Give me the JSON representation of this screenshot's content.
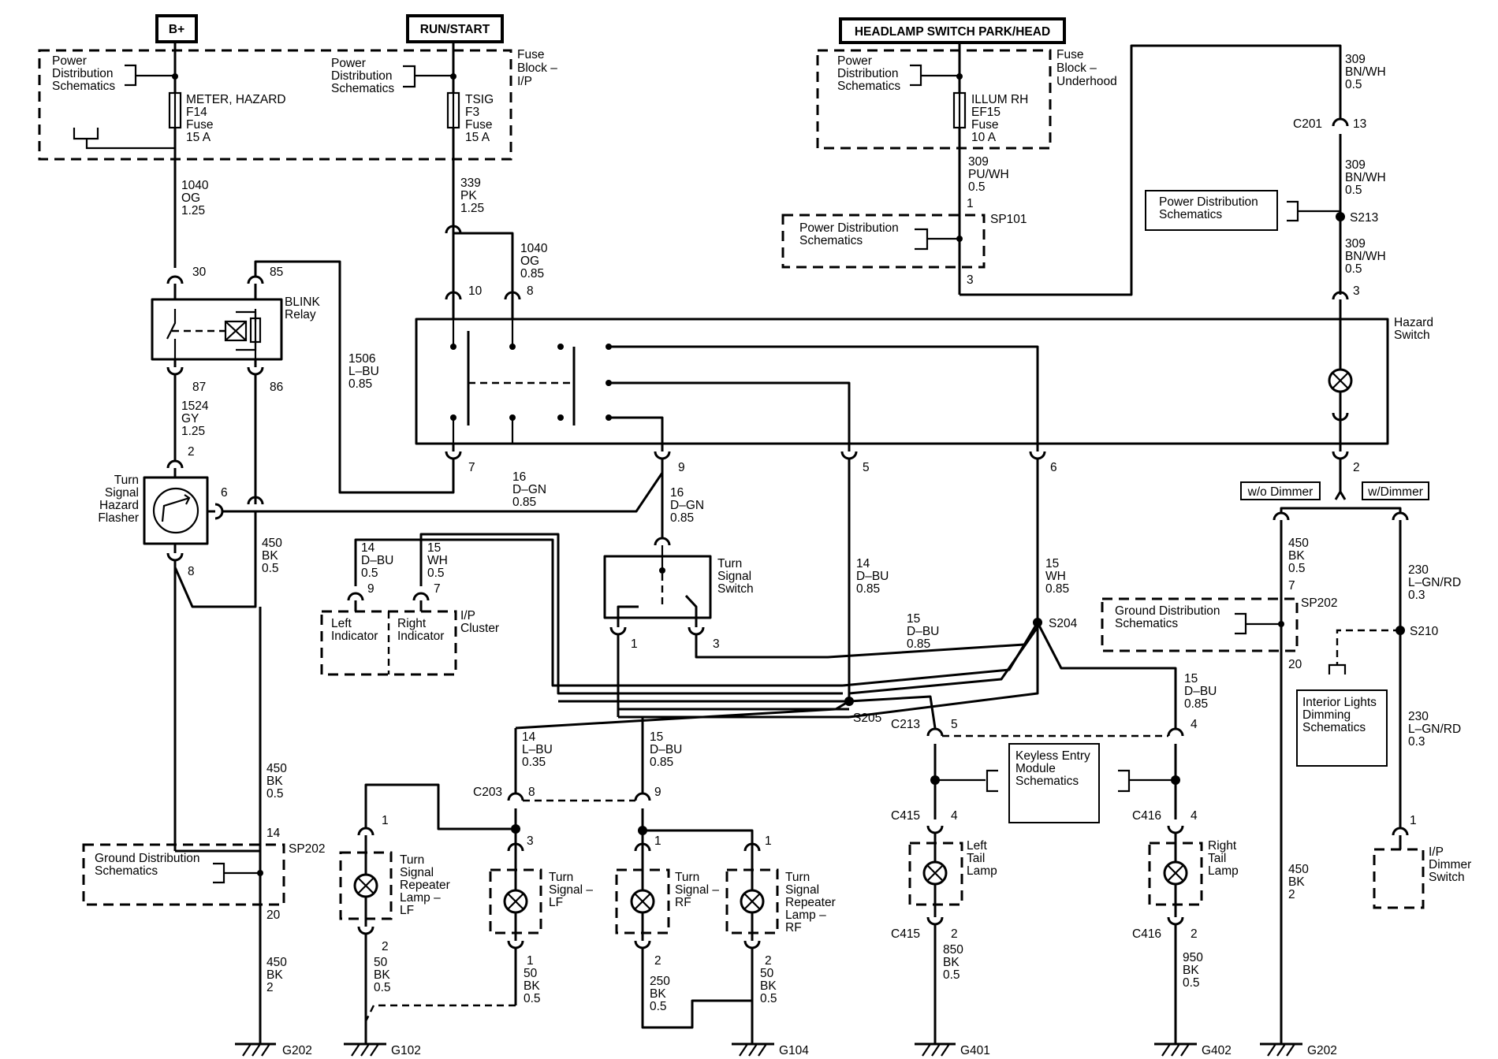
{
  "supplies": [
    {
      "label": "B+",
      "fuse": [
        "METER, HAZARD",
        "F14",
        "Fuse",
        "15 A"
      ],
      "pds": [
        "Power",
        "Distribution",
        "Schematics"
      ]
    },
    {
      "label": "RUN/START",
      "fuse": [
        "TSIG",
        "F3",
        "Fuse",
        "15 A"
      ],
      "pds": [
        "Power",
        "Distribution",
        "Schematics"
      ],
      "block": [
        "Fuse",
        "Block –",
        "I/P"
      ]
    },
    {
      "label": "HEADLAMP SWITCH PARK/HEAD",
      "fuse": [
        "ILLUM RH",
        "EF15",
        "Fuse",
        "10 A"
      ],
      "pds": [
        "Power",
        "Distribution",
        "Schematics"
      ],
      "block": [
        "Fuse",
        "Block –",
        "Underhood"
      ]
    }
  ],
  "wire_labels": {
    "w1040a": [
      "1040",
      "OG",
      "1.25"
    ],
    "w339": [
      "339",
      "PK",
      "1.25"
    ],
    "w1040b": [
      "1040",
      "OG",
      "0.85"
    ],
    "w1506": [
      "1506",
      "L–BU",
      "0.85"
    ],
    "w1524": [
      "1524",
      "GY",
      "1.25"
    ],
    "w450a": [
      "450",
      "BK",
      "0.5"
    ],
    "w16a": [
      "16",
      "D–GN",
      "0.85"
    ],
    "w16b": [
      "16",
      "D–GN",
      "0.85"
    ],
    "w14a": [
      "14",
      "D–BU",
      "0.5"
    ],
    "w15a": [
      "15",
      "WH",
      "0.5"
    ],
    "w14b": [
      "14",
      "D–BU",
      "0.85"
    ],
    "w15b": [
      "15",
      "WH",
      "0.85"
    ],
    "w15c": [
      "15",
      "D–BU",
      "0.85"
    ],
    "w15d": [
      "15",
      "D–BU",
      "0.85"
    ],
    "w14c": [
      "14",
      "L–BU",
      "0.35"
    ],
    "w15e": [
      "15",
      "D–BU",
      "0.85"
    ],
    "w309a": [
      "309",
      "PU/WH",
      "0.5"
    ],
    "w309b": [
      "309",
      "BN/WH",
      "0.5"
    ],
    "w309c": [
      "309",
      "BN/WH",
      "0.5"
    ],
    "w309d": [
      "309",
      "BN/WH",
      "0.5"
    ],
    "w450b": [
      "450",
      "BK",
      "0.5"
    ],
    "w450c": [
      "450",
      "BK",
      "0.5"
    ],
    "w450d": [
      "450",
      "BK",
      "2"
    ],
    "w450e": [
      "450",
      "BK",
      "2"
    ],
    "w230a": [
      "230",
      "L–GN/RD",
      "0.3"
    ],
    "w230b": [
      "230",
      "L–GN/RD",
      "0.3"
    ],
    "w50a": [
      "50",
      "BK",
      "0.5"
    ],
    "w50b": [
      "50",
      "BK",
      "0.5"
    ],
    "w250": [
      "250",
      "BK",
      "0.5"
    ],
    "w50c": [
      "50",
      "BK",
      "0.5"
    ],
    "w850": [
      "850",
      "BK",
      "0.5"
    ],
    "w950": [
      "950",
      "BK",
      "0.5"
    ]
  },
  "components": {
    "blink_relay": [
      "BLINK",
      "Relay"
    ],
    "flasher": [
      "Turn",
      "Signal",
      "Hazard",
      "Flasher"
    ],
    "hazard_switch": [
      "Hazard",
      "Switch"
    ],
    "turn_signal_switch": [
      "Turn",
      "Signal",
      "Switch"
    ],
    "left_indicator": [
      "Left",
      "Indicator"
    ],
    "right_indicator": [
      "Right",
      "Indicator"
    ],
    "ip_cluster": [
      "I/P",
      "Cluster"
    ],
    "repeater_lf": [
      "Turn",
      "Signal",
      "Repeater",
      "Lamp –",
      "LF"
    ],
    "turn_lf": [
      "Turn",
      "Signal –",
      "LF"
    ],
    "turn_rf": [
      "Turn",
      "Signal –",
      "RF"
    ],
    "repeater_rf": [
      "Turn",
      "Signal",
      "Repeater",
      "Lamp –",
      "RF"
    ],
    "left_tail": [
      "Left",
      "Tail",
      "Lamp"
    ],
    "right_tail": [
      "Right",
      "Tail",
      "Lamp"
    ],
    "keyless": [
      "Keyless Entry",
      "Module",
      "Schematics"
    ],
    "interior_dimming": [
      "Interior Lights",
      "Dimming",
      "Schematics"
    ],
    "ip_dimmer": [
      "I/P",
      "Dimmer",
      "Switch"
    ],
    "ground_dist": [
      "Ground Distribution",
      "Schematics"
    ],
    "power_dist": [
      "Power Distribution",
      "Schematics"
    ]
  },
  "pins": {
    "relay_30": "30",
    "relay_85": "85",
    "relay_87": "87",
    "relay_86": "86",
    "flasher_2": "2",
    "flasher_6": "6",
    "flasher_8": "8",
    "hs_10": "10",
    "hs_8": "8",
    "hs_7": "7",
    "hs_9": "9",
    "hs_5": "5",
    "hs_6": "6",
    "hs_3": "3",
    "hs_2": "2",
    "ind_9": "9",
    "ind_7": "7",
    "tss_1": "1",
    "tss_3": "3",
    "sp101_1": "1",
    "sp101_3": "3",
    "c201_13": "13",
    "sp202_14": "14",
    "sp202_20": "20",
    "sp202b_7": "7",
    "sp202b_20": "20",
    "c213_5": "5",
    "c213_4": "4",
    "c203_8": "8",
    "c203_9": "9",
    "rlf_1": "1",
    "rlf_2": "2",
    "tlf_3": "3",
    "tlf_1": "1",
    "trf_1": "1",
    "trf_2": "2",
    "rrf_1": "1",
    "rrf_2": "2",
    "c415_4": "4",
    "c415_2": "2",
    "c416_4": "4",
    "c416_2": "2",
    "dim_1": "1"
  },
  "connectors": {
    "c201": "C201",
    "c203": "C203",
    "c213": "C213",
    "c415a": "C415",
    "c415b": "C415",
    "c416a": "C416",
    "c416b": "C416"
  },
  "splices": {
    "sp101": "SP101",
    "s213": "S213",
    "s204": "S204",
    "s205": "S205",
    "sp202a": "SP202",
    "sp202b": "SP202",
    "s210": "S210"
  },
  "grounds": [
    "G202",
    "G102",
    "G104",
    "G401",
    "G402",
    "G202"
  ],
  "options": {
    "wo_dimmer": "w/o Dimmer",
    "w_dimmer": "w/Dimmer"
  }
}
